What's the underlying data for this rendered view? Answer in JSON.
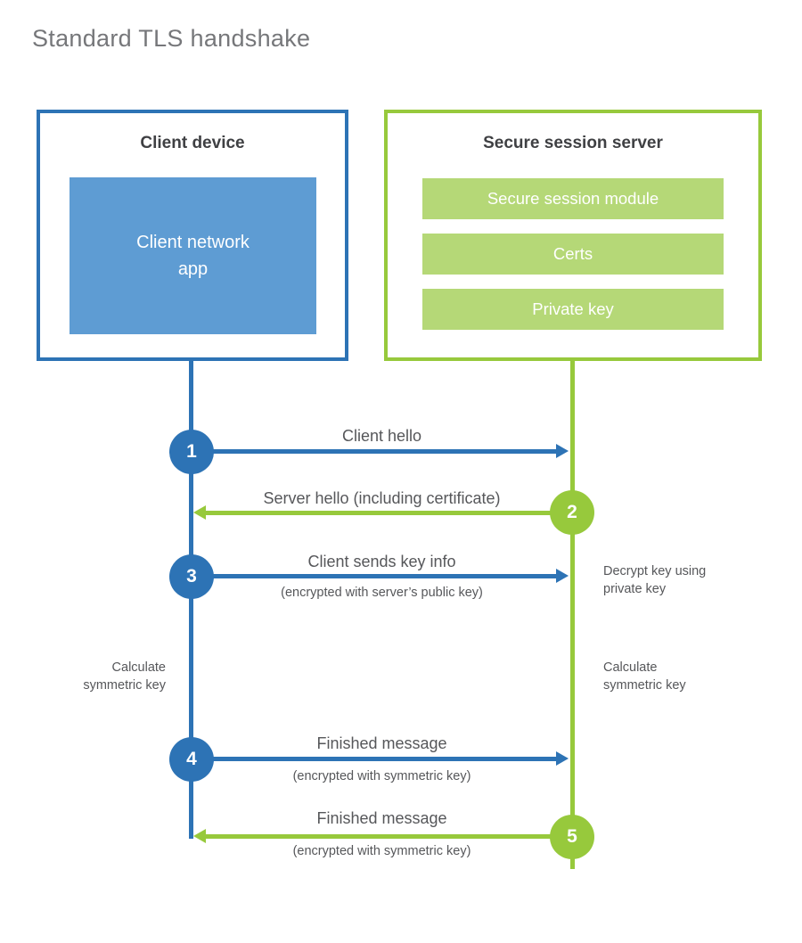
{
  "title": "Standard TLS handshake",
  "client": {
    "title": "Client device",
    "app_label": "Client network\napp"
  },
  "server": {
    "title": "Secure session server",
    "modules": [
      "Secure session module",
      "Certs",
      "Private key"
    ]
  },
  "steps": [
    {
      "num": "1",
      "direction": "right",
      "label": "Client hello",
      "sublabel": ""
    },
    {
      "num": "2",
      "direction": "left",
      "label": "Server hello (including certificate)",
      "sublabel": ""
    },
    {
      "num": "3",
      "direction": "right",
      "label": "Client sends key info",
      "sublabel": "(encrypted with server’s public key)"
    },
    {
      "num": "4",
      "direction": "right",
      "label": "Finished message",
      "sublabel": "(encrypted with symmetric key)"
    },
    {
      "num": "5",
      "direction": "left",
      "label": "Finished message",
      "sublabel": "(encrypted with symmetric key)"
    }
  ],
  "side_notes": [
    {
      "side": "right",
      "text": "Decrypt key using\nprivate key"
    },
    {
      "side": "left",
      "text": "Calculate\nsymmetric key"
    },
    {
      "side": "right",
      "text": "Calculate\nsymmetric key"
    }
  ],
  "colors": {
    "blue": "#2d73b5",
    "light_blue": "#5e9cd3",
    "green": "#97c93c",
    "light_green": "#b5d877",
    "title_text": "#76777a",
    "heading_text": "#3f4043",
    "label_text": "#56575a"
  }
}
